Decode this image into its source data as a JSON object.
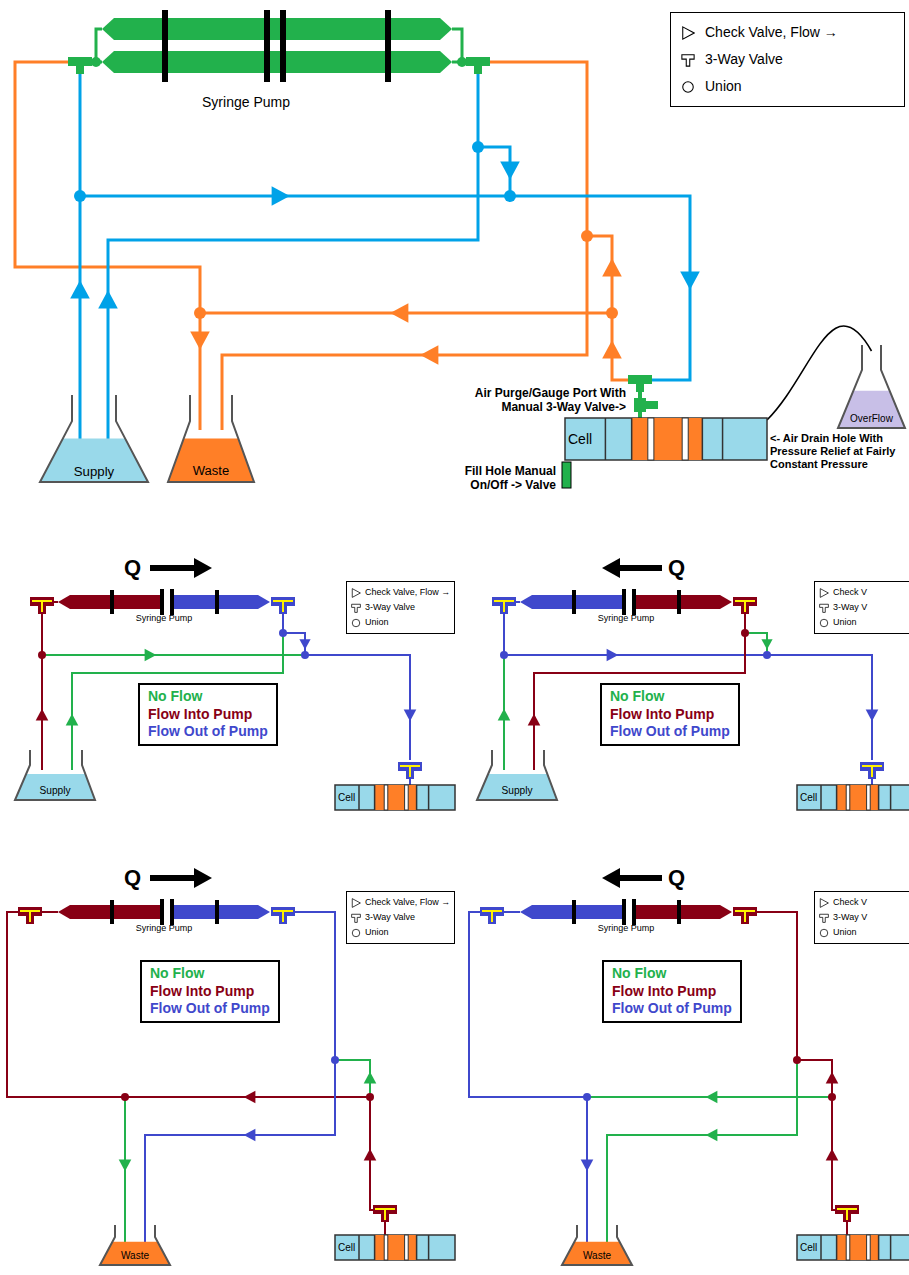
{
  "diagram": {
    "nodes": [
      {
        "text": [
          "Syringe Pump"
        ]
      },
      {
        "text": [
          "Supply"
        ]
      },
      {
        "text": [
          "Waste"
        ]
      },
      {
        "text": [
          "OverFlow"
        ]
      },
      {
        "text": [
          "Cell"
        ]
      },
      {
        "text": [
          "Syringe Pump"
        ]
      },
      {
        "text": [
          "No Flow",
          "Flow Into Pump",
          "Flow Out of Pump"
        ]
      },
      {
        "text": [
          "Supply"
        ]
      },
      {
        "text": [
          "Cell"
        ]
      },
      {
        "text": [
          "Syringe Pump"
        ]
      },
      {
        "text": [
          "No Flow",
          "Flow Into Pump",
          "Flow Out of Pump"
        ]
      },
      {
        "text": [
          "Supply"
        ]
      },
      {
        "text": [
          "Cell"
        ]
      },
      {
        "text": [
          "Syringe Pump"
        ]
      },
      {
        "text": [
          "No Flow",
          "Flow Into Pump",
          "Flow Out of Pump"
        ]
      },
      {
        "text": [
          "Waste"
        ]
      },
      {
        "text": [
          "Cell"
        ]
      },
      {
        "text": [
          "Syringe Pump"
        ]
      },
      {
        "text": [
          "No Flow",
          "Flow Into Pump",
          "Flow Out of Pump"
        ]
      },
      {
        "text": [
          "Waste"
        ]
      },
      {
        "text": [
          "Cell"
        ]
      }
    ],
    "edges": [
      {
        "from": 4,
        "to": 3,
        "arrow": "none"
      }
    ],
    "labels": [
      "Air Purge/Gauge Port With Manual 3-Way Valve->",
      "<- Air Drain Hole With Pressure Relief at Fairly Constant Pressure",
      "Fill Hole Manual On/Off -> Valve",
      "Q",
      "Q",
      "Q",
      "Q"
    ],
    "legend": [
      {
        "text": "Check Valve, Flow →"
      },
      {
        "text": "3-Way Valve"
      },
      {
        "text": "Union"
      },
      {
        "text": "Check Valve, Flow →"
      },
      {
        "text": "3-Way Valve"
      },
      {
        "text": "Union"
      },
      {
        "text": "Check V"
      },
      {
        "text": "3-Way V"
      },
      {
        "text": "Union"
      },
      {
        "text": "Check Valve, Flow →"
      },
      {
        "text": "3-Way Valve"
      },
      {
        "text": "Union"
      },
      {
        "text": "Check V"
      },
      {
        "text": "3-Way V"
      },
      {
        "text": "Union"
      }
    ]
  }
}
